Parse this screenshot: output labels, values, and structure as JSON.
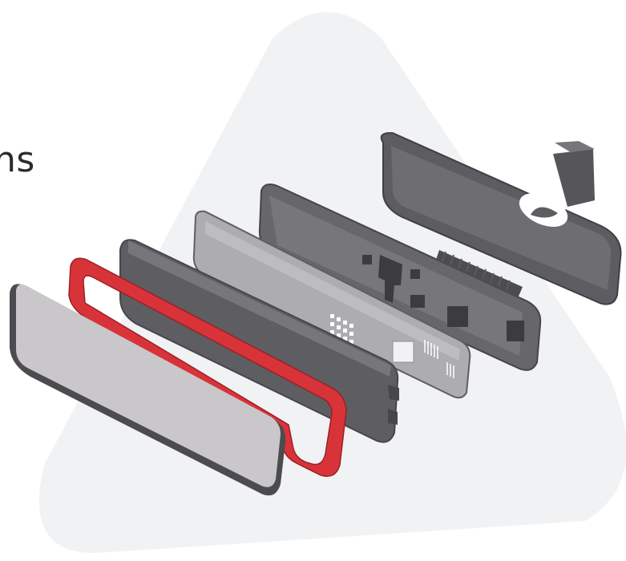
{
  "visible_text_fragment": "ns",
  "illustration": {
    "subject": "exploded-view-mirror-assembly",
    "parts": [
      "front-glass",
      "red-gasket",
      "dark-front-bezel",
      "light-circuit-board",
      "dark-inner-housing",
      "rear-housing-with-mount"
    ]
  },
  "colors": {
    "background": "#ffffff",
    "triangle": "#f1f2f4",
    "text": "#2b2b2d",
    "glass": "#c9c7c9",
    "glass_edge": "#4c4b4f",
    "gasket": "#d9333a",
    "housing_dark": "#636266",
    "housing_mid": "#7b7a7f",
    "board": "#adacb0"
  }
}
